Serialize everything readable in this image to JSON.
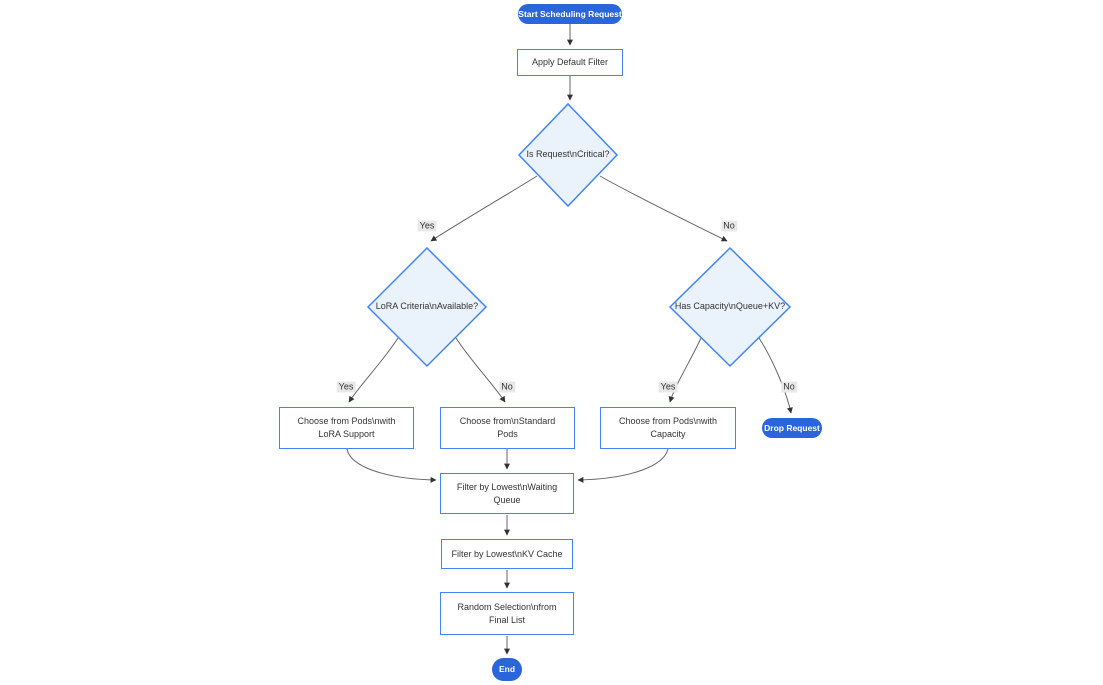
{
  "diagram": {
    "type": "flowchart",
    "direction": "top-down",
    "colors": {
      "background": "#ffffff",
      "pill_fill": "#2a65d9",
      "pill_text": "#ffffff",
      "box_fill": "#ffffff",
      "box_border": "#4284f5",
      "diamond_fill": "#eaf2fc",
      "diamond_border": "#4284f5",
      "node_text": "#333333",
      "edge_line": "#666666",
      "arrow_head": "#333333",
      "edge_label_bg": "#e8e8e8",
      "edge_label_text": "#333333"
    },
    "nodes": {
      "start": {
        "shape": "pill",
        "label": "Start Scheduling Request"
      },
      "apply_filter": {
        "shape": "rect",
        "lines": [
          "Apply Default Filter"
        ]
      },
      "is_critical": {
        "shape": "diamond",
        "label": "Is Request\\nCritical?"
      },
      "lora_available": {
        "shape": "diamond",
        "label": "LoRA Criteria\\nAvailable?"
      },
      "has_capacity": {
        "shape": "diamond",
        "label": "Has Capacity\\nQueue+KV?"
      },
      "choose_lora_pods": {
        "shape": "rect",
        "lines": [
          "Choose from Pods\\nwith",
          "LoRA Support"
        ]
      },
      "choose_standard_pods": {
        "shape": "rect",
        "lines": [
          "Choose from\\nStandard",
          "Pods"
        ]
      },
      "choose_capacity_pods": {
        "shape": "rect",
        "lines": [
          "Choose from Pods\\nwith",
          "Capacity"
        ]
      },
      "drop_request": {
        "shape": "pill",
        "label": "Drop Request"
      },
      "filter_waiting_queue": {
        "shape": "rect",
        "lines": [
          "Filter by Lowest\\nWaiting",
          "Queue"
        ]
      },
      "filter_kv_cache": {
        "shape": "rect",
        "lines": [
          "Filter by Lowest\\nKV Cache"
        ]
      },
      "random_selection": {
        "shape": "rect",
        "lines": [
          "Random Selection\\nfrom",
          "Final List"
        ]
      },
      "end": {
        "shape": "pill",
        "label": "End"
      }
    },
    "edges": [
      {
        "from": "start",
        "to": "apply_filter",
        "label": ""
      },
      {
        "from": "apply_filter",
        "to": "is_critical",
        "label": ""
      },
      {
        "from": "is_critical",
        "to": "lora_available",
        "label": "Yes"
      },
      {
        "from": "is_critical",
        "to": "has_capacity",
        "label": "No"
      },
      {
        "from": "lora_available",
        "to": "choose_lora_pods",
        "label": "Yes"
      },
      {
        "from": "lora_available",
        "to": "choose_standard_pods",
        "label": "No"
      },
      {
        "from": "has_capacity",
        "to": "choose_capacity_pods",
        "label": "Yes"
      },
      {
        "from": "has_capacity",
        "to": "drop_request",
        "label": "No"
      },
      {
        "from": "choose_lora_pods",
        "to": "filter_waiting_queue",
        "label": ""
      },
      {
        "from": "choose_standard_pods",
        "to": "filter_waiting_queue",
        "label": ""
      },
      {
        "from": "choose_capacity_pods",
        "to": "filter_waiting_queue",
        "label": ""
      },
      {
        "from": "filter_waiting_queue",
        "to": "filter_kv_cache",
        "label": ""
      },
      {
        "from": "filter_kv_cache",
        "to": "random_selection",
        "label": ""
      },
      {
        "from": "random_selection",
        "to": "end",
        "label": ""
      }
    ]
  }
}
